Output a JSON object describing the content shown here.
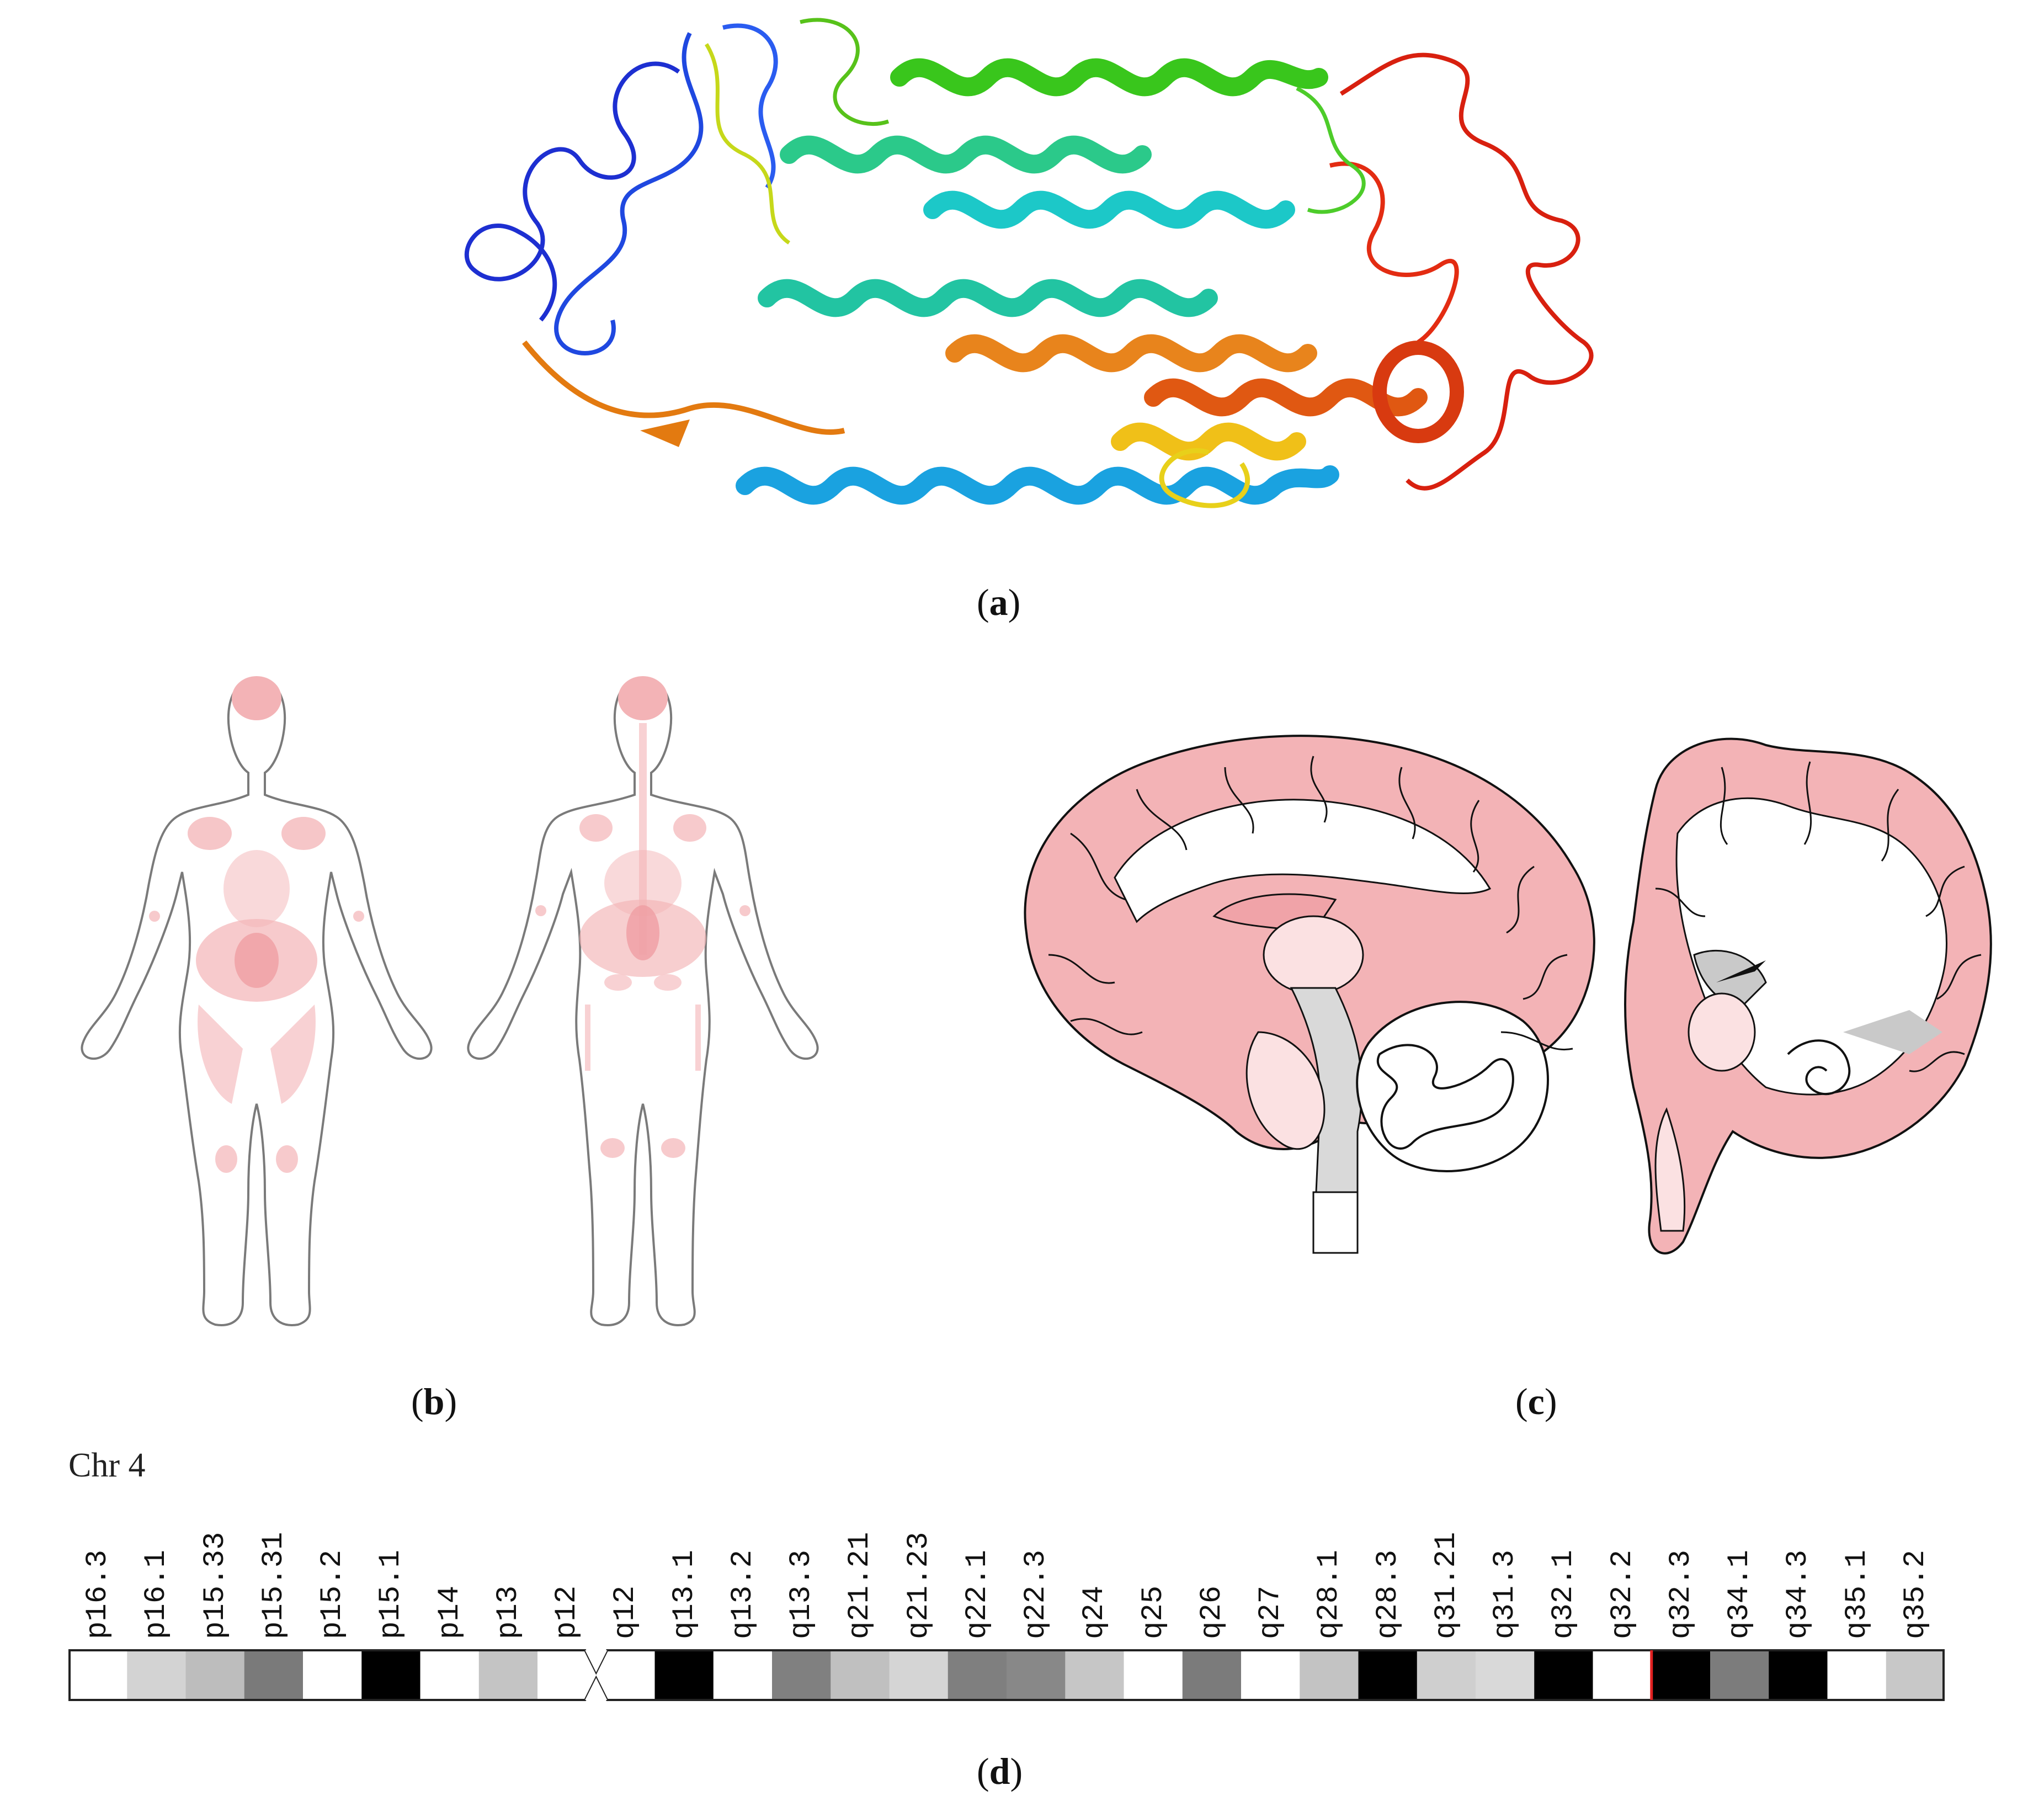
{
  "captions": {
    "a": "a",
    "b": "b",
    "c": "c",
    "d": "d"
  },
  "chromosome": {
    "title": "Chr 4",
    "bands": [
      {
        "label": "p16.3",
        "shade": "#ffffff"
      },
      {
        "label": "p16.1",
        "shade": "#d3d3d3"
      },
      {
        "label": "p15.33",
        "shade": "#bdbdbd"
      },
      {
        "label": "p15.31",
        "shade": "#7a7a7a"
      },
      {
        "label": "p15.2",
        "shade": "#ffffff"
      },
      {
        "label": "p15.1",
        "shade": "#000000"
      },
      {
        "label": "p14",
        "shade": "#ffffff"
      },
      {
        "label": "p13",
        "shade": "#c4c4c4"
      },
      {
        "label": "p12",
        "shade": "#ffffff"
      },
      {
        "label": "q12",
        "shade": "#ffffff"
      },
      {
        "label": "q13.1",
        "shade": "#000000"
      },
      {
        "label": "q13.2",
        "shade": "#ffffff"
      },
      {
        "label": "q13.3",
        "shade": "#808080"
      },
      {
        "label": "q21.21",
        "shade": "#c0c0c0"
      },
      {
        "label": "q21.23",
        "shade": "#d5d5d5"
      },
      {
        "label": "q22.1",
        "shade": "#7f7f7f"
      },
      {
        "label": "q22.3",
        "shade": "#888888"
      },
      {
        "label": "q24",
        "shade": "#c6c6c6"
      },
      {
        "label": "q25",
        "shade": "#ffffff"
      },
      {
        "label": "q26",
        "shade": "#7b7b7b"
      },
      {
        "label": "q27",
        "shade": "#ffffff"
      },
      {
        "label": "q28.1",
        "shade": "#c3c3c3"
      },
      {
        "label": "q28.3",
        "shade": "#000000"
      },
      {
        "label": "q31.21",
        "shade": "#cfcfcf"
      },
      {
        "label": "q31.3",
        "shade": "#d9d9d9"
      },
      {
        "label": "q32.1",
        "shade": "#000000"
      },
      {
        "label": "q32.2",
        "shade": "#ffffff"
      },
      {
        "label": "q32.3",
        "shade": "#000000"
      },
      {
        "label": "q34.1",
        "shade": "#7c7c7c"
      },
      {
        "label": "q34.3",
        "shade": "#000000"
      },
      {
        "label": "q35.1",
        "shade": "#ffffff"
      },
      {
        "label": "q35.2",
        "shade": "#c8c8c8"
      }
    ],
    "marker_color": "#e02020"
  },
  "colors": {
    "tissue_pink": "#f3b3b6",
    "tissue_light": "#fbe1e2",
    "outline": "#111111",
    "grey_matter": "#c9c9c9"
  }
}
